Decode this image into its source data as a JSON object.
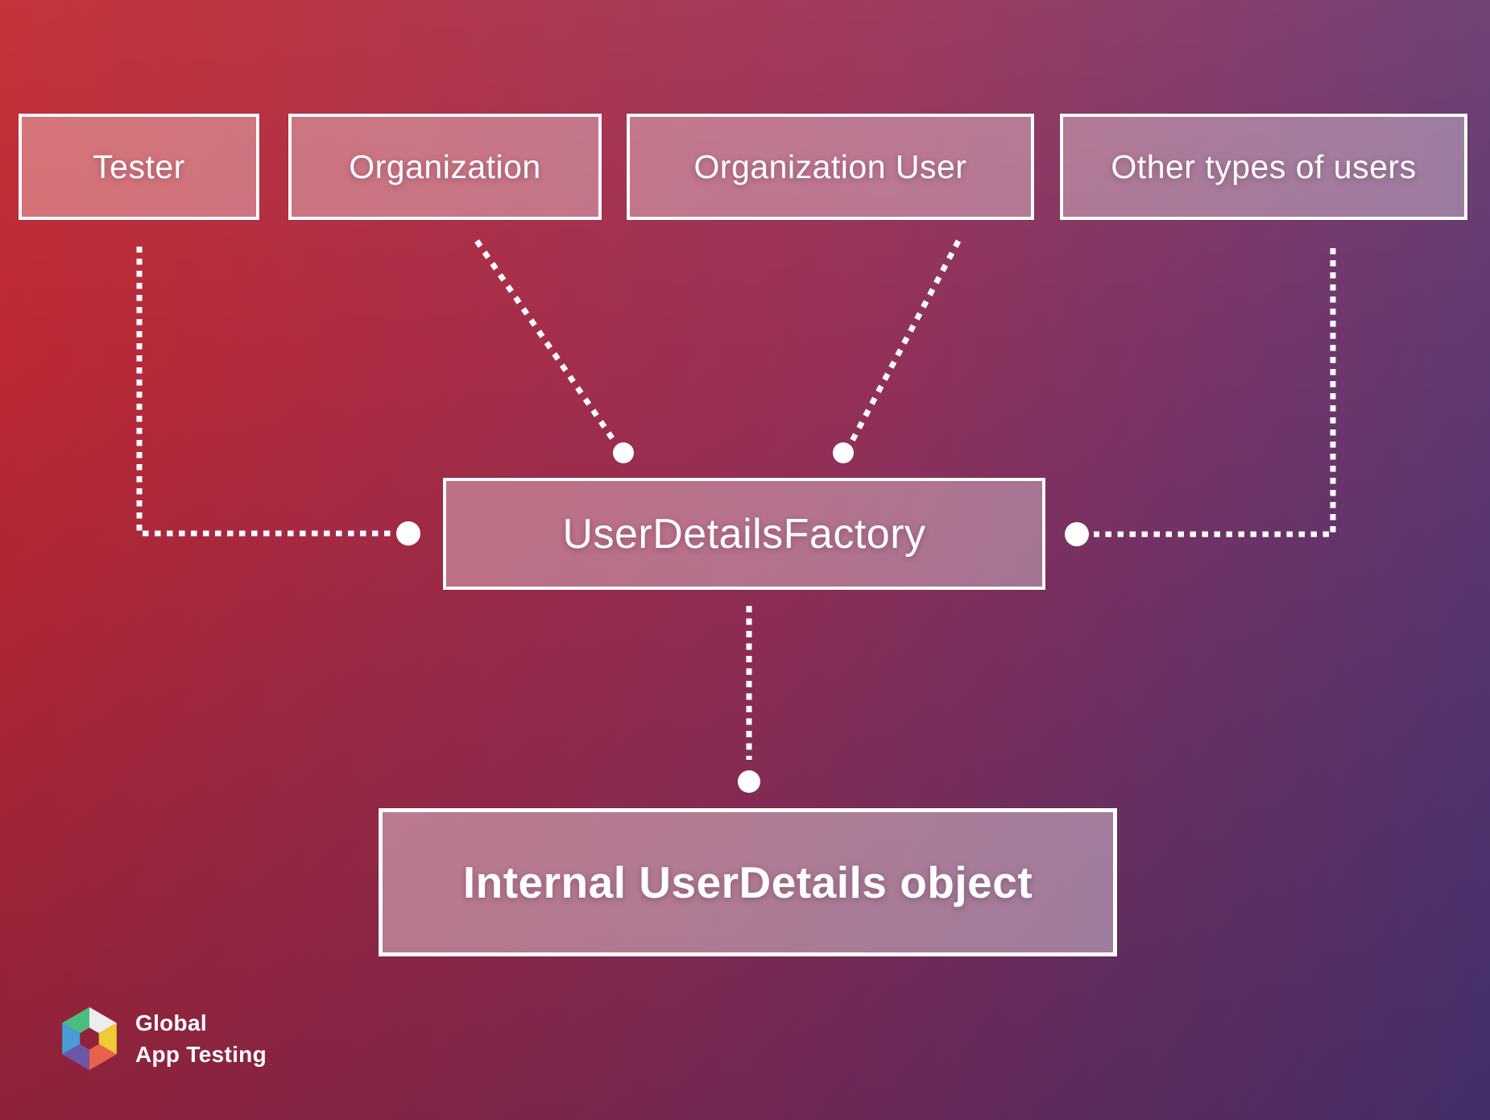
{
  "theme": {
    "bg-left": "#c2272e",
    "bg-mid": "#963058",
    "bg-right": "#503a7a",
    "box-fill": "rgba(255,255,255,0.33)",
    "box-fill-strong": "rgba(255,255,255,0.38)",
    "box-border": "#ffffff",
    "connector": "#ffffff",
    "text": "#ffffff",
    "logo-green": "#4bbd81",
    "logo-gray": "#ededed",
    "logo-yellow": "#eecb37",
    "logo-orange": "#e7614b",
    "logo-purple": "#6d57a6",
    "logo-blue": "#4a9bd9"
  },
  "diagram": {
    "sources": [
      {
        "label": "Tester"
      },
      {
        "label": "Organization"
      },
      {
        "label": "Organization User"
      },
      {
        "label": "Other types of users"
      }
    ],
    "factory": {
      "label": "UserDetailsFactory"
    },
    "result": {
      "label": "Internal UserDetails object"
    }
  },
  "logo": {
    "line1": "Global",
    "line2": "App Testing"
  }
}
